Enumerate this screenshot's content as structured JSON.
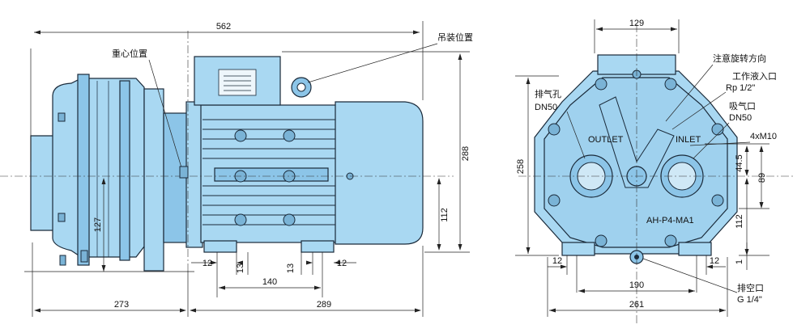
{
  "labels": {
    "center_of_gravity": "重心位置",
    "lifting_position": "吊装位置",
    "rotation_direction_note": "注意旋转方向",
    "working_liquid_inlet": "工作液入口",
    "working_liquid_inlet_thread": "Rp 1/2\"",
    "exhaust_port": "排气孔",
    "exhaust_port_size": "DN50",
    "suction_port": "吸气口",
    "suction_port_size": "DN50",
    "mount_holes": "4xM10",
    "drain_port": "排空口",
    "drain_port_thread": "G 1/4\""
  },
  "side_view": {
    "overall_length": "562",
    "shaft_height_left": "127",
    "overall_height": "288",
    "shaft_height_right": "112",
    "foot_w_left": "12",
    "foot_gap_left": "13",
    "foot_span": "140",
    "foot_gap_right": "13",
    "foot_w_right": "12",
    "front_length": "273",
    "rear_length": "289"
  },
  "front_view": {
    "top_width": "129",
    "overall_height": "258",
    "port_offset": "44.5",
    "port_height": "89",
    "shaft_height": "112",
    "foot_thickness": "1",
    "foot_w_left": "12",
    "foot_w_right": "12",
    "hole_span": "190",
    "base_width": "261"
  },
  "plates": {
    "outlet": "OUTLET",
    "inlet": "INLET",
    "model": "AH-P4-MA1"
  }
}
